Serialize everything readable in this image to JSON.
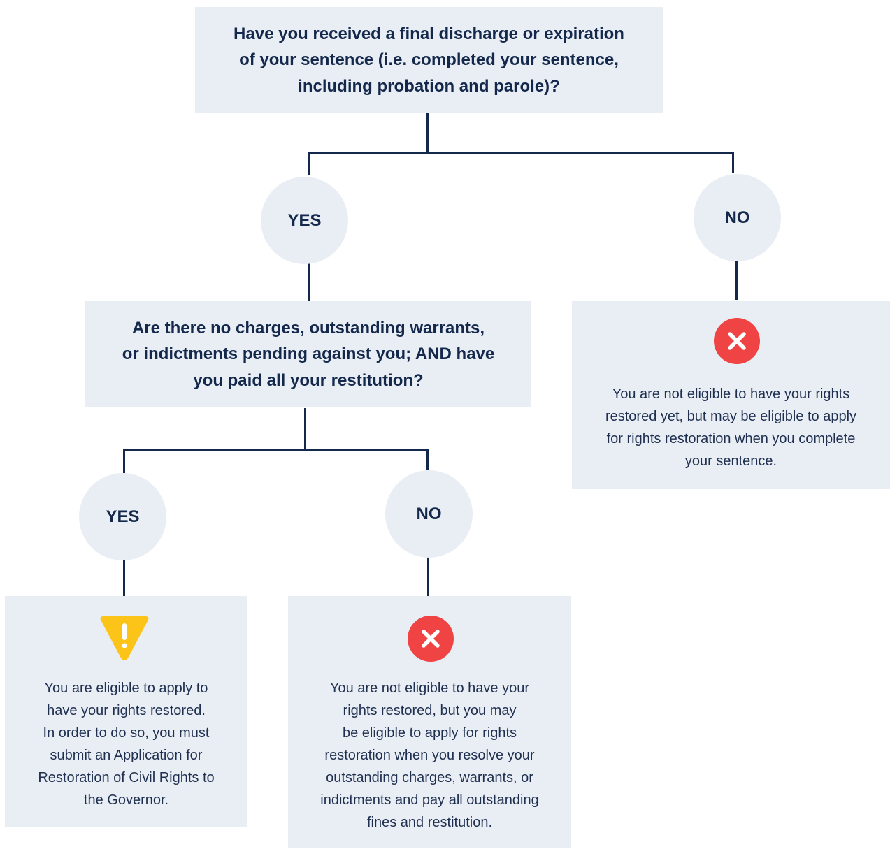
{
  "question1": {
    "lines": [
      "Have you received a final discharge or expiration",
      "of your sentence (i.e. completed your sentence,",
      "including probation and parole)?"
    ]
  },
  "question2": {
    "lines": [
      "Are there no charges, outstanding warrants,",
      "or indictments pending against you; AND have",
      "you paid all your restitution?"
    ]
  },
  "answers": {
    "q1_yes": "YES",
    "q1_no": "NO",
    "q2_yes": "YES",
    "q2_no": "NO"
  },
  "results": {
    "not_complete": {
      "icon": "x-circle-icon",
      "color": "#f04343",
      "lines": [
        "You are not eligible to have your rights",
        "restored yet, but may be eligible to apply",
        "for rights restoration when you complete",
        "your sentence."
      ]
    },
    "eligible": {
      "icon": "warning-triangle-icon",
      "color": "#fcc419",
      "lines": [
        "You are eligible to apply to",
        "have your rights restored.",
        "In order to do so, you must",
        "submit an Application for",
        "Restoration of Civil Rights to",
        "the Governor."
      ]
    },
    "pending": {
      "icon": "x-circle-icon",
      "color": "#f04343",
      "lines": [
        "You are not eligible to have your",
        "rights restored, but you may",
        "be eligible to apply for rights",
        "restoration when you resolve your",
        "outstanding charges, warrants, or",
        "indictments and pay all outstanding",
        "fines and restitution."
      ]
    }
  },
  "colors": {
    "box_background": "#e9eef5",
    "text": "#14284b",
    "connector": "#14284b"
  }
}
